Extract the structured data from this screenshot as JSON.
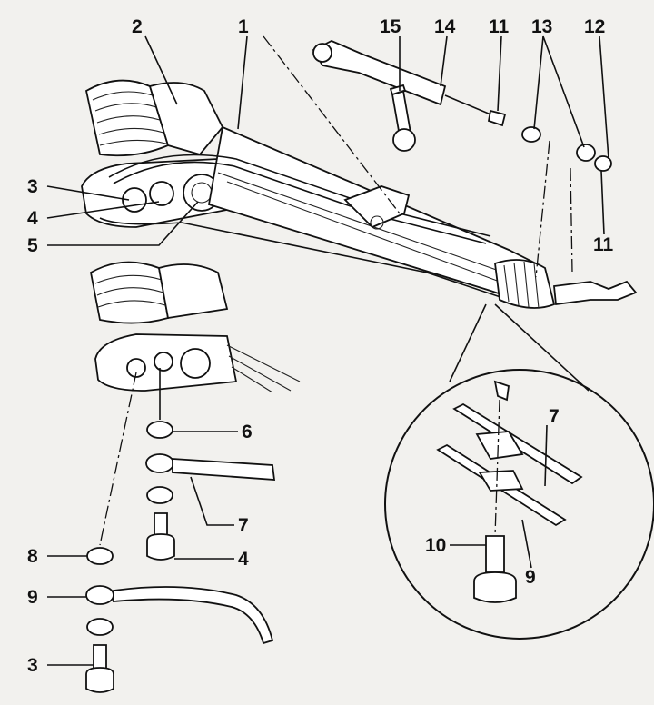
{
  "diagram": {
    "type": "exploded-view",
    "labels": {
      "l1": "1",
      "l2": "2",
      "l3a": "3",
      "l4a": "4",
      "l5": "5",
      "l15": "15",
      "l14": "14",
      "l11a": "11",
      "l13": "13",
      "l12": "12",
      "l11b": "11",
      "l6": "6",
      "l7a": "7",
      "l4b": "4",
      "l8": "8",
      "l9a": "9",
      "l3b": "3",
      "l7b": "7",
      "l10": "10",
      "l9b": "9"
    }
  }
}
